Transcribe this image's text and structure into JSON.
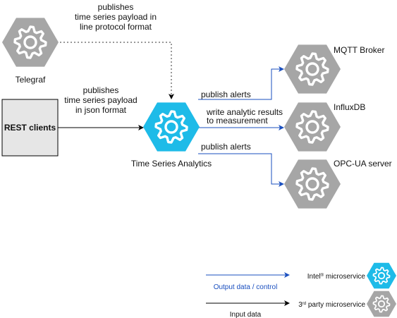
{
  "nodes": {
    "telegraf": {
      "label": "Telegraf",
      "icon": "gear-icon",
      "color": "#a6a6a6"
    },
    "rest_clients": {
      "label": "REST clients"
    },
    "tsa": {
      "label": "Time Series Analytics",
      "icon": "gear-icon",
      "color": "#1ebbe8"
    },
    "mqtt": {
      "label": "MQTT Broker",
      "icon": "gear-icon",
      "color": "#a6a6a6"
    },
    "influx": {
      "label": "InfluxDB",
      "icon": "gear-icon",
      "color": "#a6a6a6"
    },
    "opcua": {
      "label": "OPC-UA server",
      "icon": "gear-icon",
      "color": "#a6a6a6"
    }
  },
  "edges": {
    "telegraf_to_tsa": {
      "lines": [
        "publishes",
        "time series payload in",
        "line protocol format"
      ],
      "style": "dotted"
    },
    "rest_to_tsa": {
      "lines": [
        "publishes",
        "time series payload",
        "in json format"
      ]
    },
    "tsa_to_mqtt": {
      "label": "publish alerts"
    },
    "tsa_to_influx": {
      "lines": [
        "write analytic results",
        "to measurement"
      ]
    },
    "tsa_to_opcua": {
      "label": "publish alerts"
    }
  },
  "legend": {
    "output_label": "Output data / control",
    "input_label": "Input data",
    "intel_label_prefix": "Intel",
    "intel_label_sup": "®",
    "intel_label_suffix": " microservice",
    "third_label_prefix": "3",
    "third_label_sup": "rd",
    "third_label_suffix": " party microservice"
  },
  "colors": {
    "intel": "#1ebbe8",
    "third_party": "#a6a6a6",
    "output_arrow": "#1a4fbf",
    "input_arrow": "#000000",
    "rest_box": "#e6e6e6"
  }
}
